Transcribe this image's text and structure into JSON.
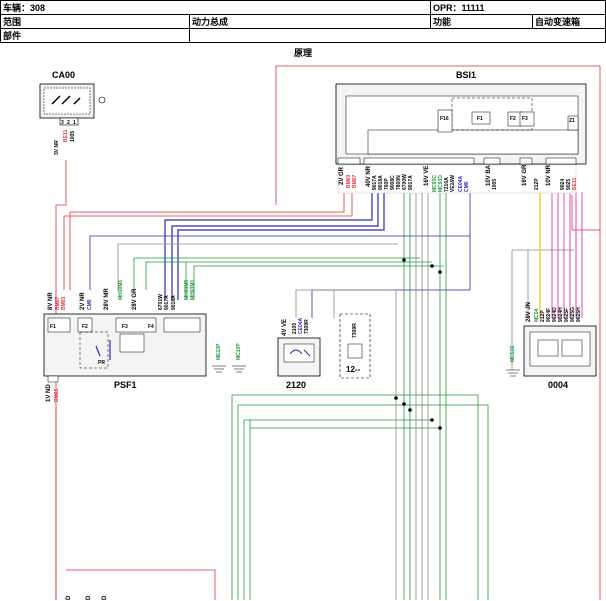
{
  "header": {
    "vehicle": "车辆：308",
    "opr": "OPR：11111",
    "scope_label": "范围",
    "scope_value": "动力总成",
    "function_label": "功能",
    "function_value": "自动变速箱",
    "part_label": "部件"
  },
  "diagram_title": "原理",
  "components": {
    "ca00": {
      "name": "CA00",
      "pins": [
        "3",
        "2",
        "1"
      ],
      "wire_labels": [
        "3V NR",
        "BE11",
        "1005"
      ]
    },
    "bsi1": {
      "name": "BSI1",
      "connectors": [
        "2V GR",
        "40V NR",
        "16V VE",
        "10V BA",
        "16V GR",
        "10V NR"
      ],
      "wire_labels_a": [
        "BM03",
        "BM07"
      ],
      "wire_labels_b": [
        "9017A",
        "9018A",
        "760P",
        "9008C",
        "7800N",
        "6700W",
        "9017A"
      ],
      "wire_labels_c": [
        "MC93C",
        "MC93D",
        "7210A",
        "VE16W",
        "CE04A",
        "CM0"
      ],
      "wire_labels_d": [
        "1005"
      ],
      "wire_labels_e": [
        "212P"
      ],
      "wire_labels_f": [
        "9024",
        "9025",
        "BE11"
      ],
      "internal": [
        "F16",
        "F1",
        "F2",
        "F3",
        "Z1"
      ]
    },
    "psf1": {
      "name": "PSF1",
      "connectors": [
        "8V NR",
        "2V NR",
        "28V MR",
        "28V GR"
      ],
      "wire_labels": [
        "BM07",
        "BM03",
        "CM0",
        "MH30M1",
        "6701W",
        "9017A",
        "9018A",
        "MH93M5",
        "MH93M1"
      ],
      "internal": [
        "F1",
        "F2",
        "F3",
        "F4",
        "PR"
      ],
      "bottom": [
        "1V ND",
        "BM01"
      ],
      "grounds": [
        "ME10P",
        "MC10P"
      ]
    },
    "c2120": {
      "name": "2120",
      "connector": "4V VE",
      "wire_labels": [
        "2100",
        "CE04A",
        "7309R"
      ]
    },
    "c12": {
      "name": "12--",
      "wire_label": "7309R"
    },
    "c0004": {
      "name": "0004",
      "connector": "28V JN",
      "wire_labels": [
        "MC04",
        "212P",
        "9024F",
        "9024D",
        "9024H",
        "9025F",
        "9025G",
        "9025H"
      ],
      "ground": "MC51E"
    }
  },
  "colors": {
    "red": "#e0303a",
    "blue": "#2a2ab0",
    "green": "#1e9a3a",
    "magenta": "#e020a0",
    "yellow": "#e6d21e",
    "gray": "#777777"
  }
}
